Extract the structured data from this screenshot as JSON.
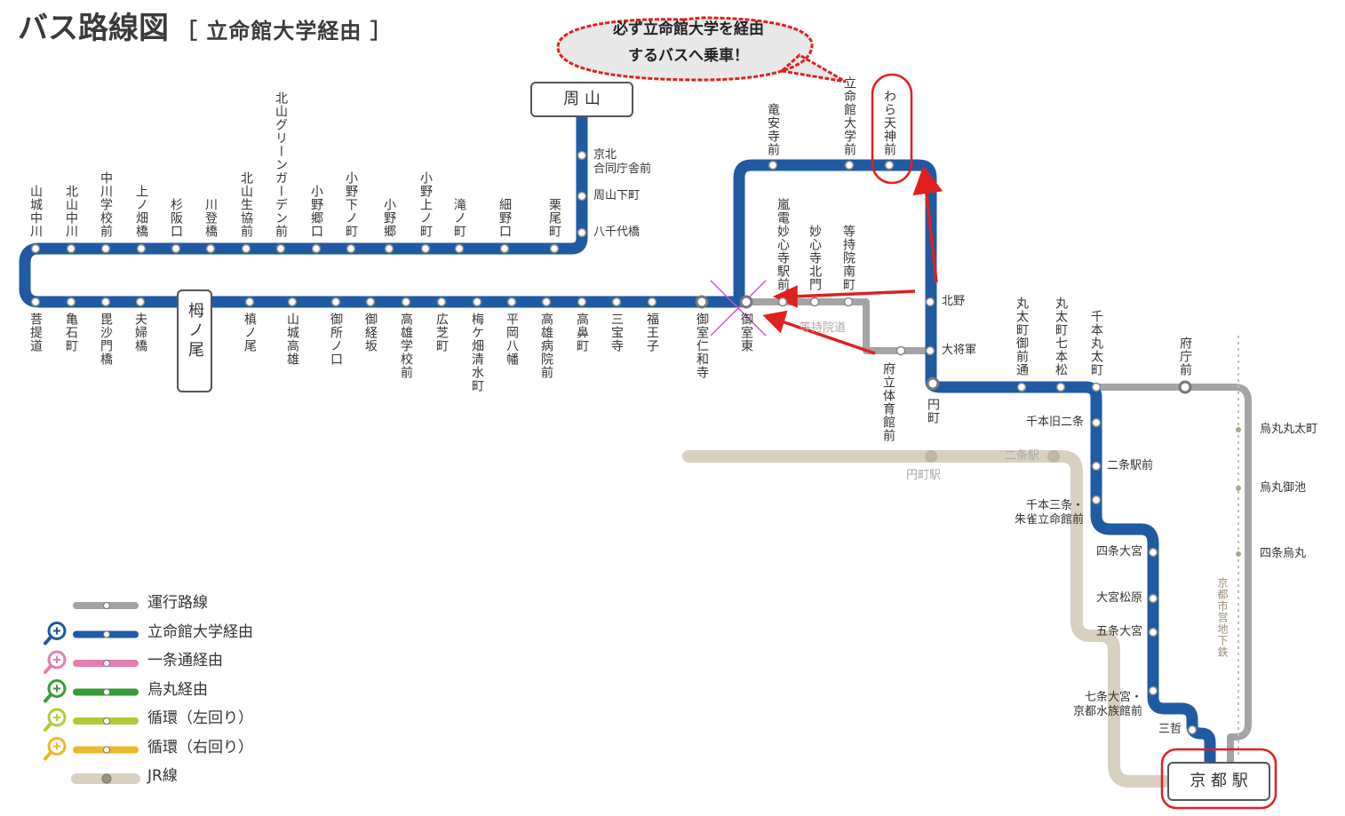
{
  "title": "バス路線図",
  "subtitle": "［ 立命館大学経由 ］",
  "callout": {
    "line1": "必ず立命館大学を経由",
    "line2": "するバスへ乗車！"
  },
  "colors": {
    "blue": "#1f5aa3",
    "gray": "#a4a4a4",
    "jr": "#d8d0c0",
    "red": "#e02020",
    "pink": "#e37fb0",
    "green": "#3a9a3a",
    "lime": "#b5c936",
    "yellow": "#e8b92a"
  },
  "terminals": {
    "shuzan": "周 山",
    "kyoto": "京 都 駅",
    "tonoo": "栂ノ尾"
  },
  "top_row": [
    "山城中川",
    "北山中川",
    "中川学校前",
    "上ノ畑橋",
    "杉阪口",
    "川登橋",
    "北山生協前",
    "北山グリーンガーデン前",
    "小野郷口",
    "小野下ノ町",
    "小野郷",
    "小野上ノ町",
    "滝ノ町",
    "細野口",
    "栗尾町"
  ],
  "bottom_row": [
    "菩提道",
    "亀石町",
    "毘沙門橋",
    "夫婦橋",
    "槙ノ尾",
    "山城高雄",
    "御所ノ口",
    "御経坂",
    "高雄学校前",
    "広芝町",
    "梅ケ畑清水町",
    "平岡八幡",
    "高雄病院前",
    "高鼻町",
    "三宝寺",
    "福王子"
  ],
  "omuro": {
    "ninnaji": "御室仁和寺",
    "higashi": "御室東"
  },
  "shuzan_branch": [
    "京北\n合同庁舎前",
    "周山下町",
    "八千代橋"
  ],
  "loop_top": [
    "竜安寺前",
    "立命館大学前",
    "わら天神前"
  ],
  "loop_inner": [
    "嵐電妙心寺駅前",
    "妙心寺北門",
    "等持院南町"
  ],
  "tojiin_michi": "等持院道",
  "right_col": [
    "北野",
    "大将軍"
  ],
  "fukuritsu": "府立体育館前",
  "enmachi": "円町",
  "kita_row": [
    "丸太町御前通",
    "丸太町七本松",
    "千本丸太町"
  ],
  "fuchomae": "府庁前",
  "senbon_col": [
    "千本旧二条",
    "二条駅前",
    "千本三条・\n朱雀立命館前"
  ],
  "omiya_col": [
    "四条大宮",
    "大宮松原",
    "五条大宮",
    "七条大宮・\n京都水族館前",
    "三哲"
  ],
  "karasuma_col": [
    "烏丸丸太町",
    "烏丸御池",
    "四条烏丸"
  ],
  "subway": "京都市営地下鉄",
  "jr": {
    "enmachi": "円町駅",
    "nijo": "二条駅"
  },
  "legend": [
    {
      "label": "運行路線",
      "color": "#a4a4a4",
      "icon": "none"
    },
    {
      "label": "立命館大学経由",
      "color": "#1f5aa3",
      "icon": "search-icon"
    },
    {
      "label": "一条通経由",
      "color": "#e37fb0",
      "icon": "search-icon"
    },
    {
      "label": "烏丸経由",
      "color": "#3a9a3a",
      "icon": "search-icon"
    },
    {
      "label": "循環（左回り）",
      "color": "#b5c936",
      "icon": "search-icon"
    },
    {
      "label": "循環（右回り）",
      "color": "#e8b92a",
      "icon": "search-icon"
    },
    {
      "label": "JR線",
      "color": "#d8d0c0",
      "icon": "none"
    }
  ]
}
